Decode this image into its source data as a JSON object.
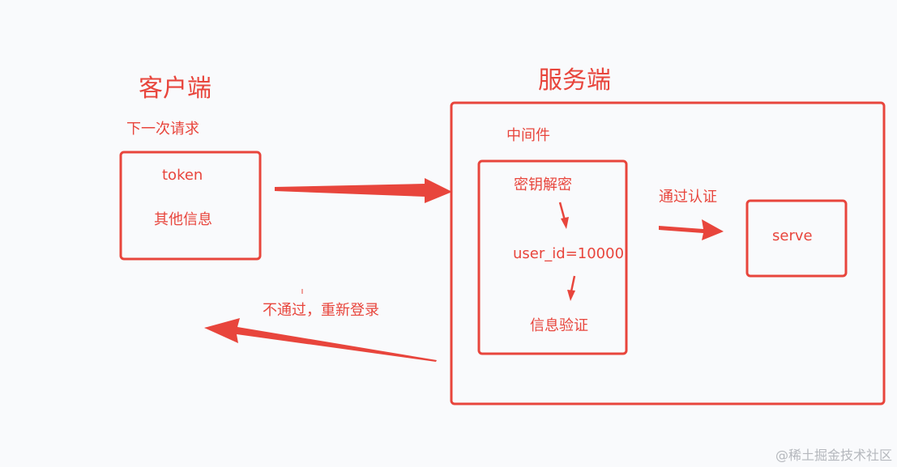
{
  "client": {
    "title": "客户端",
    "request_label": "下一次请求",
    "token_label": "token",
    "other_info_label": "其他信息"
  },
  "server": {
    "title": "服务端",
    "middleware_label": "中间件",
    "decrypt_label": "密钥解密",
    "user_id_label": "user_id=10000",
    "verify_label": "信息验证",
    "pass_label": "通过认证",
    "serve_label": "serve"
  },
  "reject_label": "不通过，重新登录",
  "watermark": "@稀土掘金技术社区",
  "colors": {
    "accent": "#e8453c",
    "background": "#f9fafc"
  }
}
